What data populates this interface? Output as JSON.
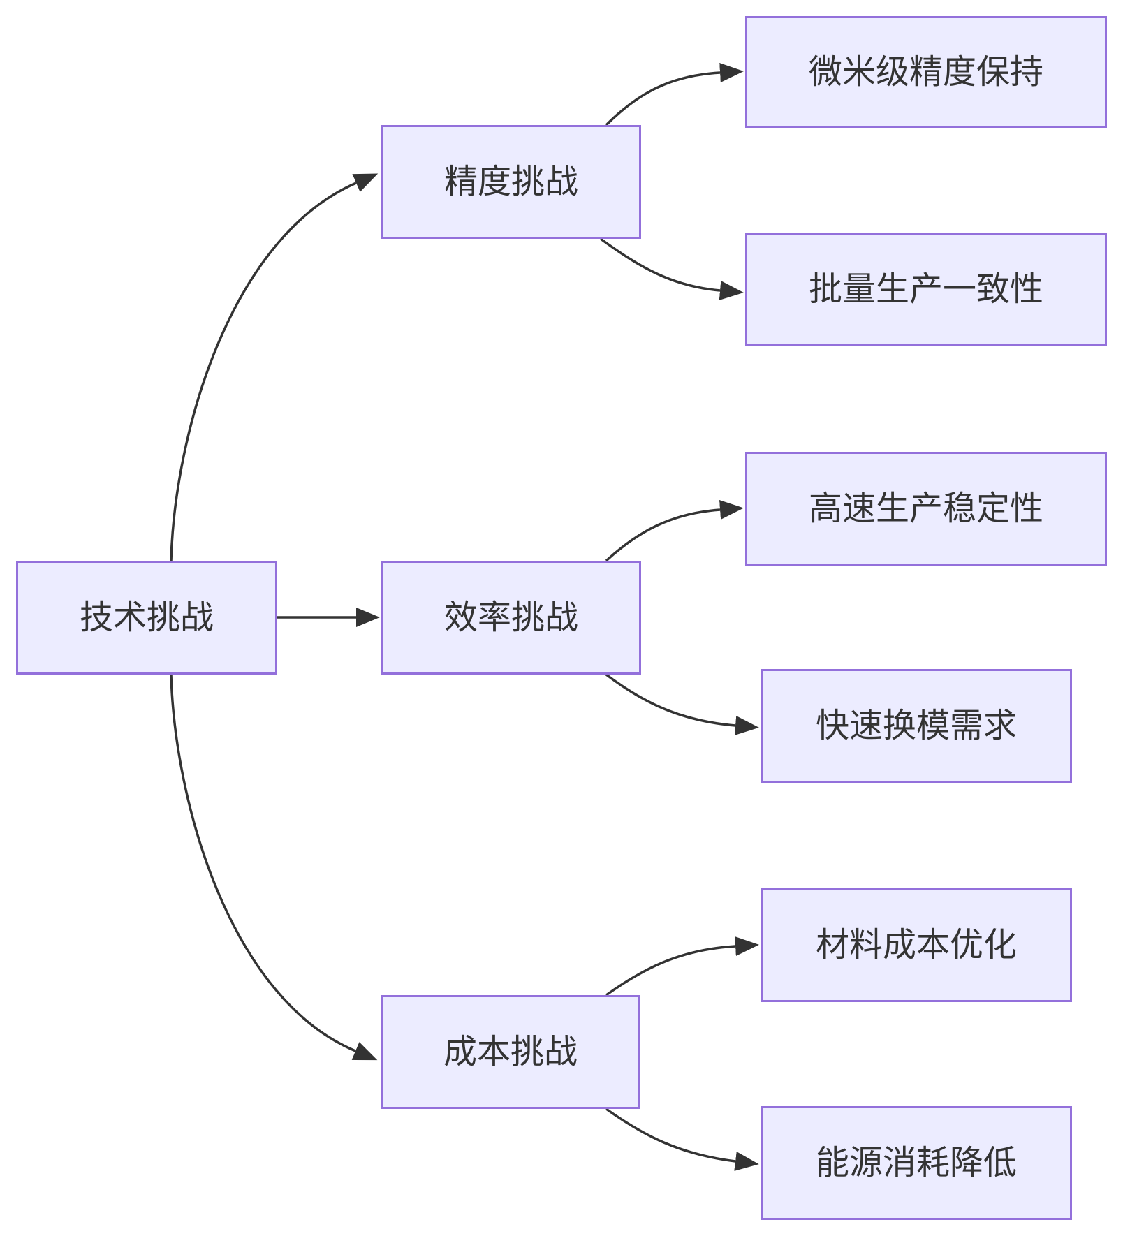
{
  "diagram": {
    "type": "flowchart",
    "direction": "left-to-right",
    "title": "",
    "nodes": {
      "root": {
        "id": "root",
        "label": "技术挑战",
        "level": 0
      },
      "precision": {
        "id": "precision",
        "label": "精度挑战",
        "level": 1
      },
      "efficiency": {
        "id": "efficiency",
        "label": "效率挑战",
        "level": 1
      },
      "cost": {
        "id": "cost",
        "label": "成本挑战",
        "level": 1
      },
      "micron": {
        "id": "micron",
        "label": "微米级精度保持",
        "level": 2
      },
      "batch": {
        "id": "batch",
        "label": "批量生产一致性",
        "level": 2
      },
      "highspeed": {
        "id": "highspeed",
        "label": "高速生产稳定性",
        "level": 2
      },
      "moldchange": {
        "id": "moldchange",
        "label": "快速换模需求",
        "level": 2
      },
      "material": {
        "id": "material",
        "label": "材料成本优化",
        "level": 2
      },
      "energy": {
        "id": "energy",
        "label": "能源消耗降低",
        "level": 2
      }
    },
    "edges": [
      {
        "from": "root",
        "to": "precision"
      },
      {
        "from": "root",
        "to": "efficiency"
      },
      {
        "from": "root",
        "to": "cost"
      },
      {
        "from": "precision",
        "to": "micron"
      },
      {
        "from": "precision",
        "to": "batch"
      },
      {
        "from": "efficiency",
        "to": "highspeed"
      },
      {
        "from": "efficiency",
        "to": "moldchange"
      },
      {
        "from": "cost",
        "to": "material"
      },
      {
        "from": "cost",
        "to": "energy"
      }
    ],
    "colors": {
      "node_fill": "#ECECFF",
      "node_border": "#9370DB",
      "edge": "#333333",
      "text": "#333333",
      "background": "#FFFFFF"
    }
  }
}
